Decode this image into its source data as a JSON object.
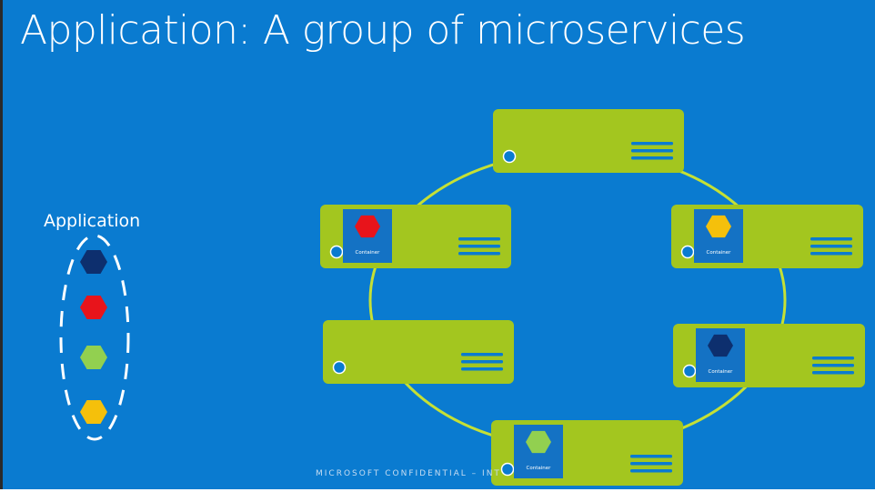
{
  "slide": {
    "title": "Application: A group of microservices",
    "footer": "MICROSOFT CONFIDENTIAL – INT"
  },
  "application_group": {
    "label": "Application",
    "services": [
      {
        "icon": "hexagon-icon",
        "color": "#0d2f6e"
      },
      {
        "icon": "hexagon-icon",
        "color": "#e8141b"
      },
      {
        "icon": "hexagon-icon",
        "color": "#92d050"
      },
      {
        "icon": "hexagon-icon",
        "color": "#f5c00b"
      }
    ]
  },
  "cluster": {
    "node_color": "#a3c61f",
    "ring_color": "#c5e035",
    "nodes": [
      {
        "position": "top",
        "container": null
      },
      {
        "position": "upper-left",
        "container": {
          "label": "Container",
          "service_color": "#e8141b"
        }
      },
      {
        "position": "upper-right",
        "container": {
          "label": "Container",
          "service_color": "#f5c00b"
        }
      },
      {
        "position": "lower-left",
        "container": null
      },
      {
        "position": "lower-right",
        "container": {
          "label": "Container",
          "service_color": "#0d2f6e"
        }
      },
      {
        "position": "bottom",
        "container": {
          "label": "Container",
          "service_color": "#92d050"
        }
      }
    ]
  }
}
